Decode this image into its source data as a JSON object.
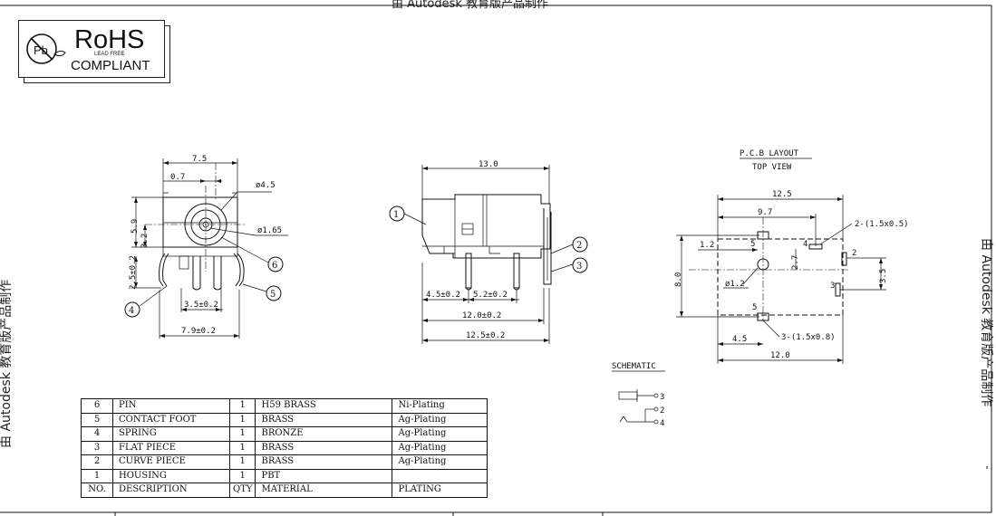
{
  "watermark": {
    "top": "由 Autodesk 教育版产品制作",
    "left": "由 Autodesk 教育版产品制作",
    "right": "由 Autodesk 教育版产品制作"
  },
  "rohs": {
    "title": "RoHS",
    "lead_free": "LEAD FREE",
    "compliant": "COMPLIANT",
    "mark": "Pb"
  },
  "front_view": {
    "dim_width_top": "7.5",
    "dim_offset": "0.7",
    "dim_dia_outer": "ø4.5",
    "dim_dia_inner": "ø1.65",
    "dim_height": "5.9",
    "dim_center": "3.2",
    "dim_pin_len": "2.5±0.2",
    "dim_pin_pitch": "3.5±0.2",
    "dim_bottom_width": "7.9±0.2",
    "callout_4": "4",
    "callout_5": "5",
    "callout_6": "6"
  },
  "side_view": {
    "dim_length": "13.0",
    "dim_a": "4.5±0.2",
    "dim_b": "5.2±0.2",
    "dim_c": "12.0±0.2",
    "dim_d": "12.5±0.2",
    "callout_1": "1",
    "callout_2": "2",
    "callout_3": "3"
  },
  "pcb_layout": {
    "title": "P.C.B LAYOUT",
    "subtitle": "TOP VIEW",
    "dim_width": "12.5",
    "dim_inner": "9.7",
    "dim_slot_a": "2-(1.5x0.5)",
    "dim_left": "1.2",
    "dim_height": "8.0",
    "dim_mid": "2.7",
    "dim_right": "3.5",
    "dim_hole": "ø1.2",
    "dim_bottom_left": "4.5",
    "dim_slot_b": "3-(1.5x0.8)",
    "dim_bottom": "12.0",
    "pad_labels": [
      "5",
      "4",
      "2",
      "3",
      "5"
    ]
  },
  "schematic": {
    "title": "SCHEMATIC",
    "pins": [
      "3",
      "2",
      "4"
    ]
  },
  "bom": {
    "rows": [
      {
        "no": "6",
        "description": "PIN",
        "qty": "1",
        "material": "H59 BRASS",
        "plating": "Ni-Plating"
      },
      {
        "no": "5",
        "description": "CONTACT FOOT",
        "qty": "1",
        "material": "BRASS",
        "plating": "Ag-Plating"
      },
      {
        "no": "4",
        "description": "SPRING",
        "qty": "1",
        "material": "BRONZE",
        "plating": "Ag-Plating"
      },
      {
        "no": "3",
        "description": "FLAT PIECE",
        "qty": "1",
        "material": "BRASS",
        "plating": "Ag-Plating"
      },
      {
        "no": "2",
        "description": "CURVE PIECE",
        "qty": "1",
        "material": "BRASS",
        "plating": "Ag-Plating"
      },
      {
        "no": "1",
        "description": "HOUSING",
        "qty": "1",
        "material": "PBT",
        "plating": ""
      }
    ],
    "header": {
      "no": "NO.",
      "description": "DESCRIPTION",
      "qty": "QTY",
      "material": "MATERIAL",
      "plating": "PLATING"
    }
  }
}
